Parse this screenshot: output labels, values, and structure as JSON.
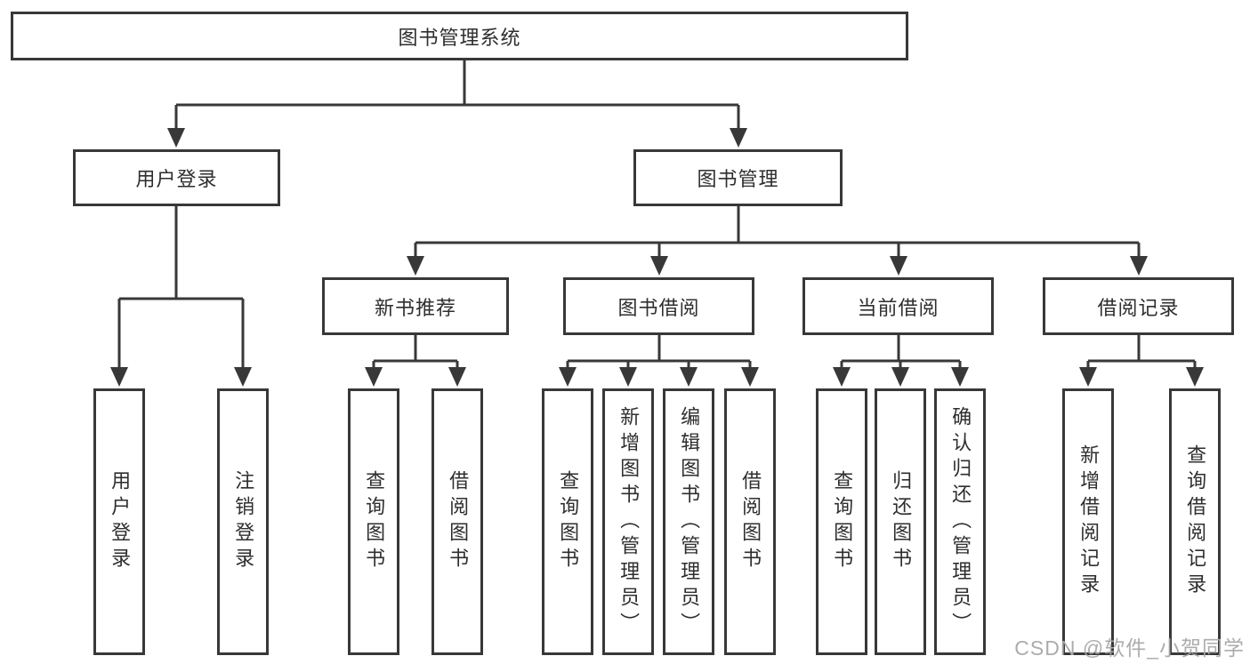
{
  "colors": {
    "line": "#383838",
    "text": "#2e2e2e",
    "watermark": "#a8a8a8",
    "background": "#ffffff"
  },
  "tree": {
    "root": {
      "label": "图书管理系统"
    },
    "children": [
      {
        "label": "用户登录",
        "children": [
          {
            "label": "用户登录"
          },
          {
            "label": "注销登录"
          }
        ]
      },
      {
        "label": "图书管理",
        "children": [
          {
            "label": "新书推荐",
            "children": [
              {
                "label": "查询图书"
              },
              {
                "label": "借阅图书"
              }
            ]
          },
          {
            "label": "图书借阅",
            "children": [
              {
                "label": "查询图书"
              },
              {
                "label": "新增图书（管理员）"
              },
              {
                "label": "编辑图书（管理员）"
              },
              {
                "label": "借阅图书"
              }
            ]
          },
          {
            "label": "当前借阅",
            "children": [
              {
                "label": "查询图书"
              },
              {
                "label": "归还图书"
              },
              {
                "label": "确认归还（管理员）"
              }
            ]
          },
          {
            "label": "借阅记录",
            "children": [
              {
                "label": "新增借阅记录"
              },
              {
                "label": "查询借阅记录"
              }
            ]
          }
        ]
      }
    ]
  },
  "watermark": {
    "text": "CSDN @软件_小贺同学"
  }
}
